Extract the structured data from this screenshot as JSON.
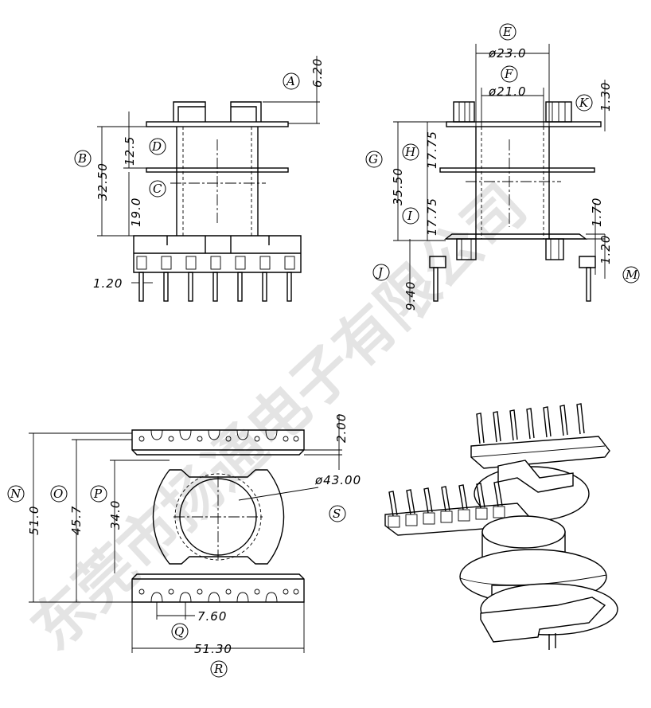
{
  "watermark": "东莞市扬通电子有限公司",
  "front_view": {
    "dims": {
      "top_height": "6.20",
      "overall_height": "32.50",
      "upper_section": "12.5",
      "lower_section": "19.0",
      "pin_pitch_small": "1.20"
    },
    "tags": [
      "A",
      "B",
      "C",
      "D"
    ]
  },
  "side_view": {
    "dims": {
      "outer_diameter": "ø23.0",
      "inner_diameter": "ø21.0",
      "flange_thick_top": "1.30",
      "overall_height": "35.50",
      "upper_section": "17.75",
      "lower_section": "17.75",
      "gap": "1.70",
      "base_step": "1.20",
      "pin_length": "9.40"
    },
    "tags": [
      "E",
      "F",
      "G",
      "H",
      "I",
      "J",
      "K",
      "M"
    ]
  },
  "top_view": {
    "dims": {
      "overall_width": "51.0",
      "inner_width": "45.7",
      "window_width": "34.0",
      "rail_thickness": "2.00",
      "flange_diameter": "ø43.00",
      "pin_pitch": "7.60",
      "length": "51.30"
    },
    "tags": [
      "N",
      "O",
      "P",
      "Q",
      "R",
      "S"
    ]
  }
}
